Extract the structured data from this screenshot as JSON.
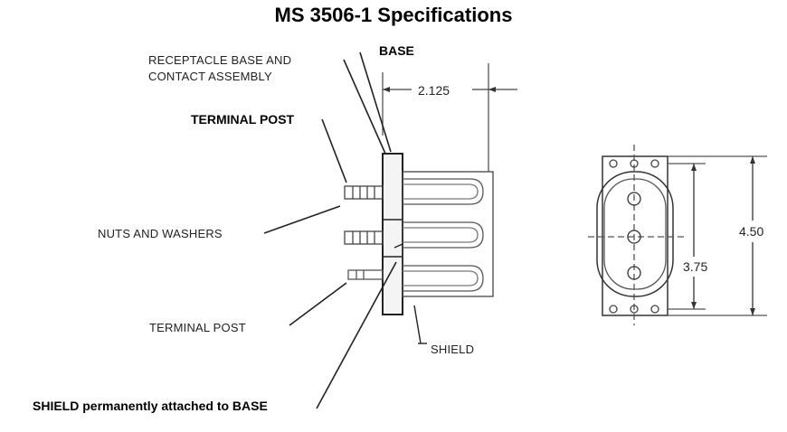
{
  "title": "MS 3506-1 Specifications",
  "labels": {
    "base": "BASE",
    "receptacle_line1": "RECEPTACLE BASE AND",
    "receptacle_line2": "CONTACT ASSEMBLY",
    "terminal_post_top": "TERMINAL POST",
    "nuts_and_washers": "NUTS AND WASHERS",
    "terminal_post_bottom": "TERMINAL POST",
    "shield": "SHIELD",
    "shield_attached": "SHIELD permanently attached to BASE"
  },
  "dimensions": {
    "width_top": "2.125",
    "height_outer": "4.50",
    "height_inner": "3.75"
  }
}
